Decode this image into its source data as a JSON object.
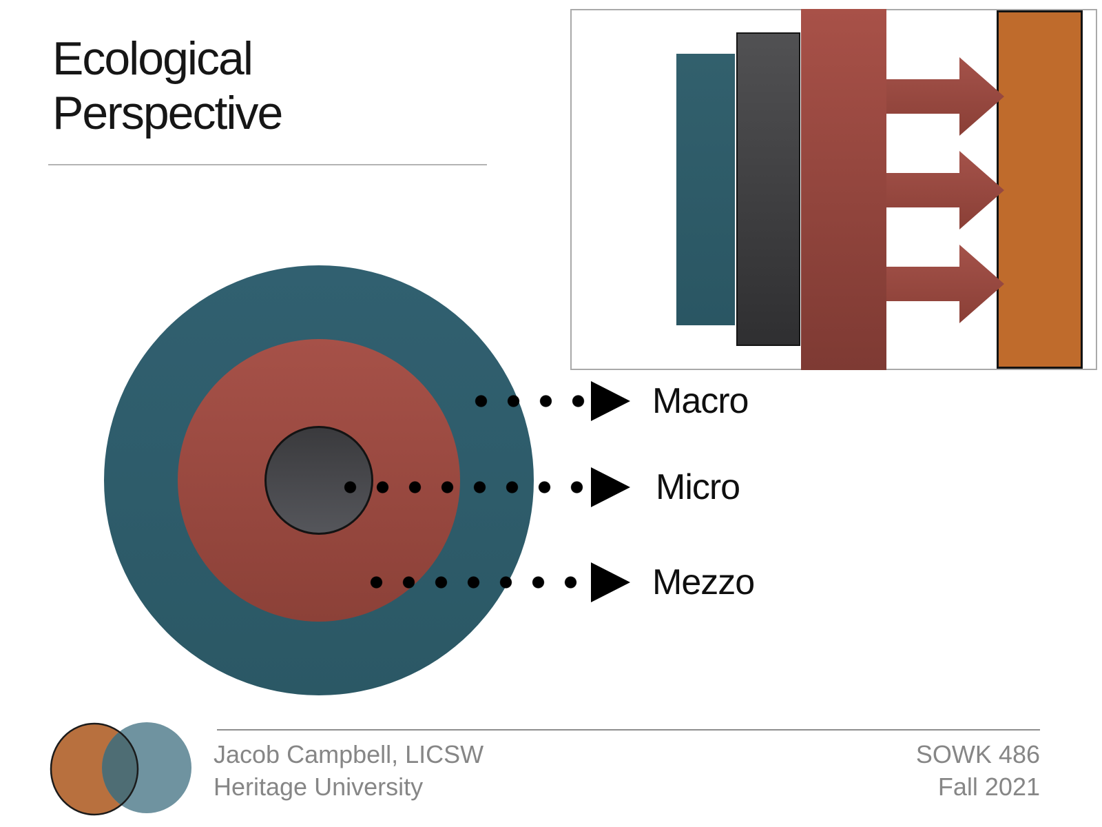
{
  "title": {
    "line1": "Ecological",
    "line2": "Perspective"
  },
  "diagram": {
    "levels": [
      {
        "label": "Macro"
      },
      {
        "label": "Micro"
      },
      {
        "label": "Mezzo"
      }
    ]
  },
  "footer": {
    "author_line1": "Jacob Campbell, LICSW",
    "author_line2": "Heritage University",
    "course": "SOWK 486",
    "term": "Fall 2021"
  },
  "colors": {
    "teal": "#2e5c6a",
    "red_light": "#a65148",
    "red_dark": "#8c4138",
    "dark_gray": "#3f3f42",
    "orange": "#bf6b2c",
    "logo_orange": "#b8703e",
    "logo_teal": "#6f93a0",
    "logo_overlap": "#4e6d74",
    "footer_text_gray": "#868686",
    "marker_black": "#000000"
  }
}
